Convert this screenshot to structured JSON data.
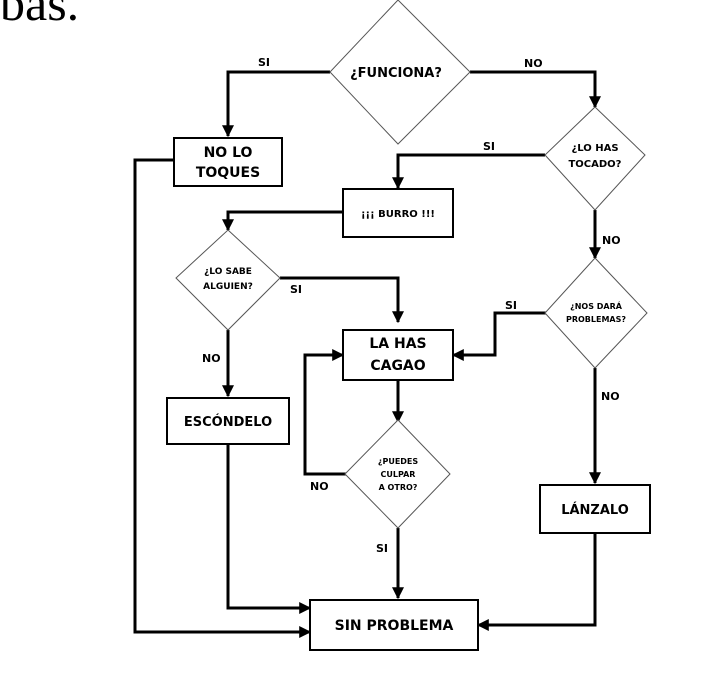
{
  "header": {
    "fragment": "bas."
  },
  "nodes": {
    "funciona": "¿FUNCIONA?",
    "no_lo_toques": [
      "NO LO",
      "TOQUES"
    ],
    "lo_has_tocado": [
      "¿LO HAS",
      "TOCADO?"
    ],
    "burro": "¡¡¡ BURRO !!!",
    "lo_sabe_alguien": [
      "¿LO SABE",
      "ALGUIEN?"
    ],
    "nos_dara_problemas": [
      "¿NOS DARÁ",
      "PROBLEMAS?"
    ],
    "la_has_cagao": [
      "LA HAS",
      "CAGAO"
    ],
    "escondelo": "ESCÓNDELO",
    "puedes_culpar": [
      "¿PUEDES",
      "CULPAR",
      "A OTRO?"
    ],
    "lanzalo": "LÁNZALO",
    "sin_problema": "SIN PROBLEMA"
  },
  "edges": {
    "funciona_si": "SI",
    "funciona_no": "NO",
    "tocado_si": "SI",
    "tocado_no": "NO",
    "sabe_si": "SI",
    "sabe_no": "NO",
    "nos_si": "SI",
    "nos_no": "NO",
    "culpar_no": "NO",
    "culpar_si": "SI"
  }
}
